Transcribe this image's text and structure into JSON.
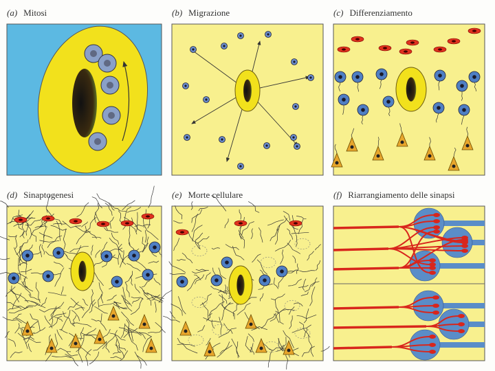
{
  "panels": [
    {
      "tag": "(a)",
      "title": "Mitosi"
    },
    {
      "tag": "(b)",
      "title": "Migrazione"
    },
    {
      "tag": "(c)",
      "title": "Differenziamento"
    },
    {
      "tag": "(d)",
      "title": "Sinaptogenesi"
    },
    {
      "tag": "(e)",
      "title": "Morte cellulare"
    },
    {
      "tag": "(f)",
      "title": "Riarrangiamento delle sinapsi"
    }
  ],
  "colors": {
    "mitosis_bg": "#5cb9e2",
    "panel_bg": "#f8f08e",
    "cell_yellow": "#f2e11c",
    "neuron_blue": "#4f7fc4",
    "neuron_red": "#e0321e",
    "neuron_orange": "#e7a62c",
    "axon_red": "#d8261c",
    "target_blue": "#5a8dc8"
  }
}
